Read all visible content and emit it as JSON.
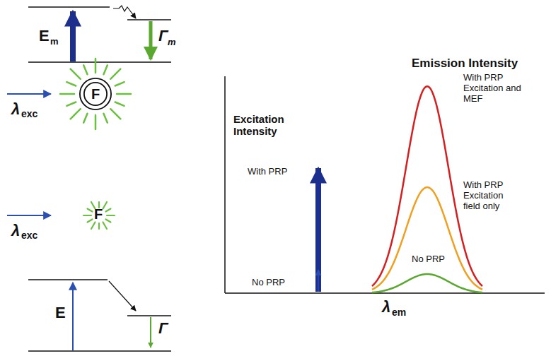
{
  "diagram": {
    "nodes": [
      {
        "text": [
          "F"
        ]
      }
    ],
    "labels": [
      "E",
      "m",
      "Γ",
      "m",
      "λ",
      "exc",
      "F",
      "λ",
      "exc",
      "E",
      "Γ",
      "Emission Intensity",
      "Excitation Intensity",
      "With PRP",
      "No PRP",
      "With PRP Excitation and MEF",
      "With PRP Excitation field only",
      "No PRP",
      "λ",
      "em"
    ]
  }
}
